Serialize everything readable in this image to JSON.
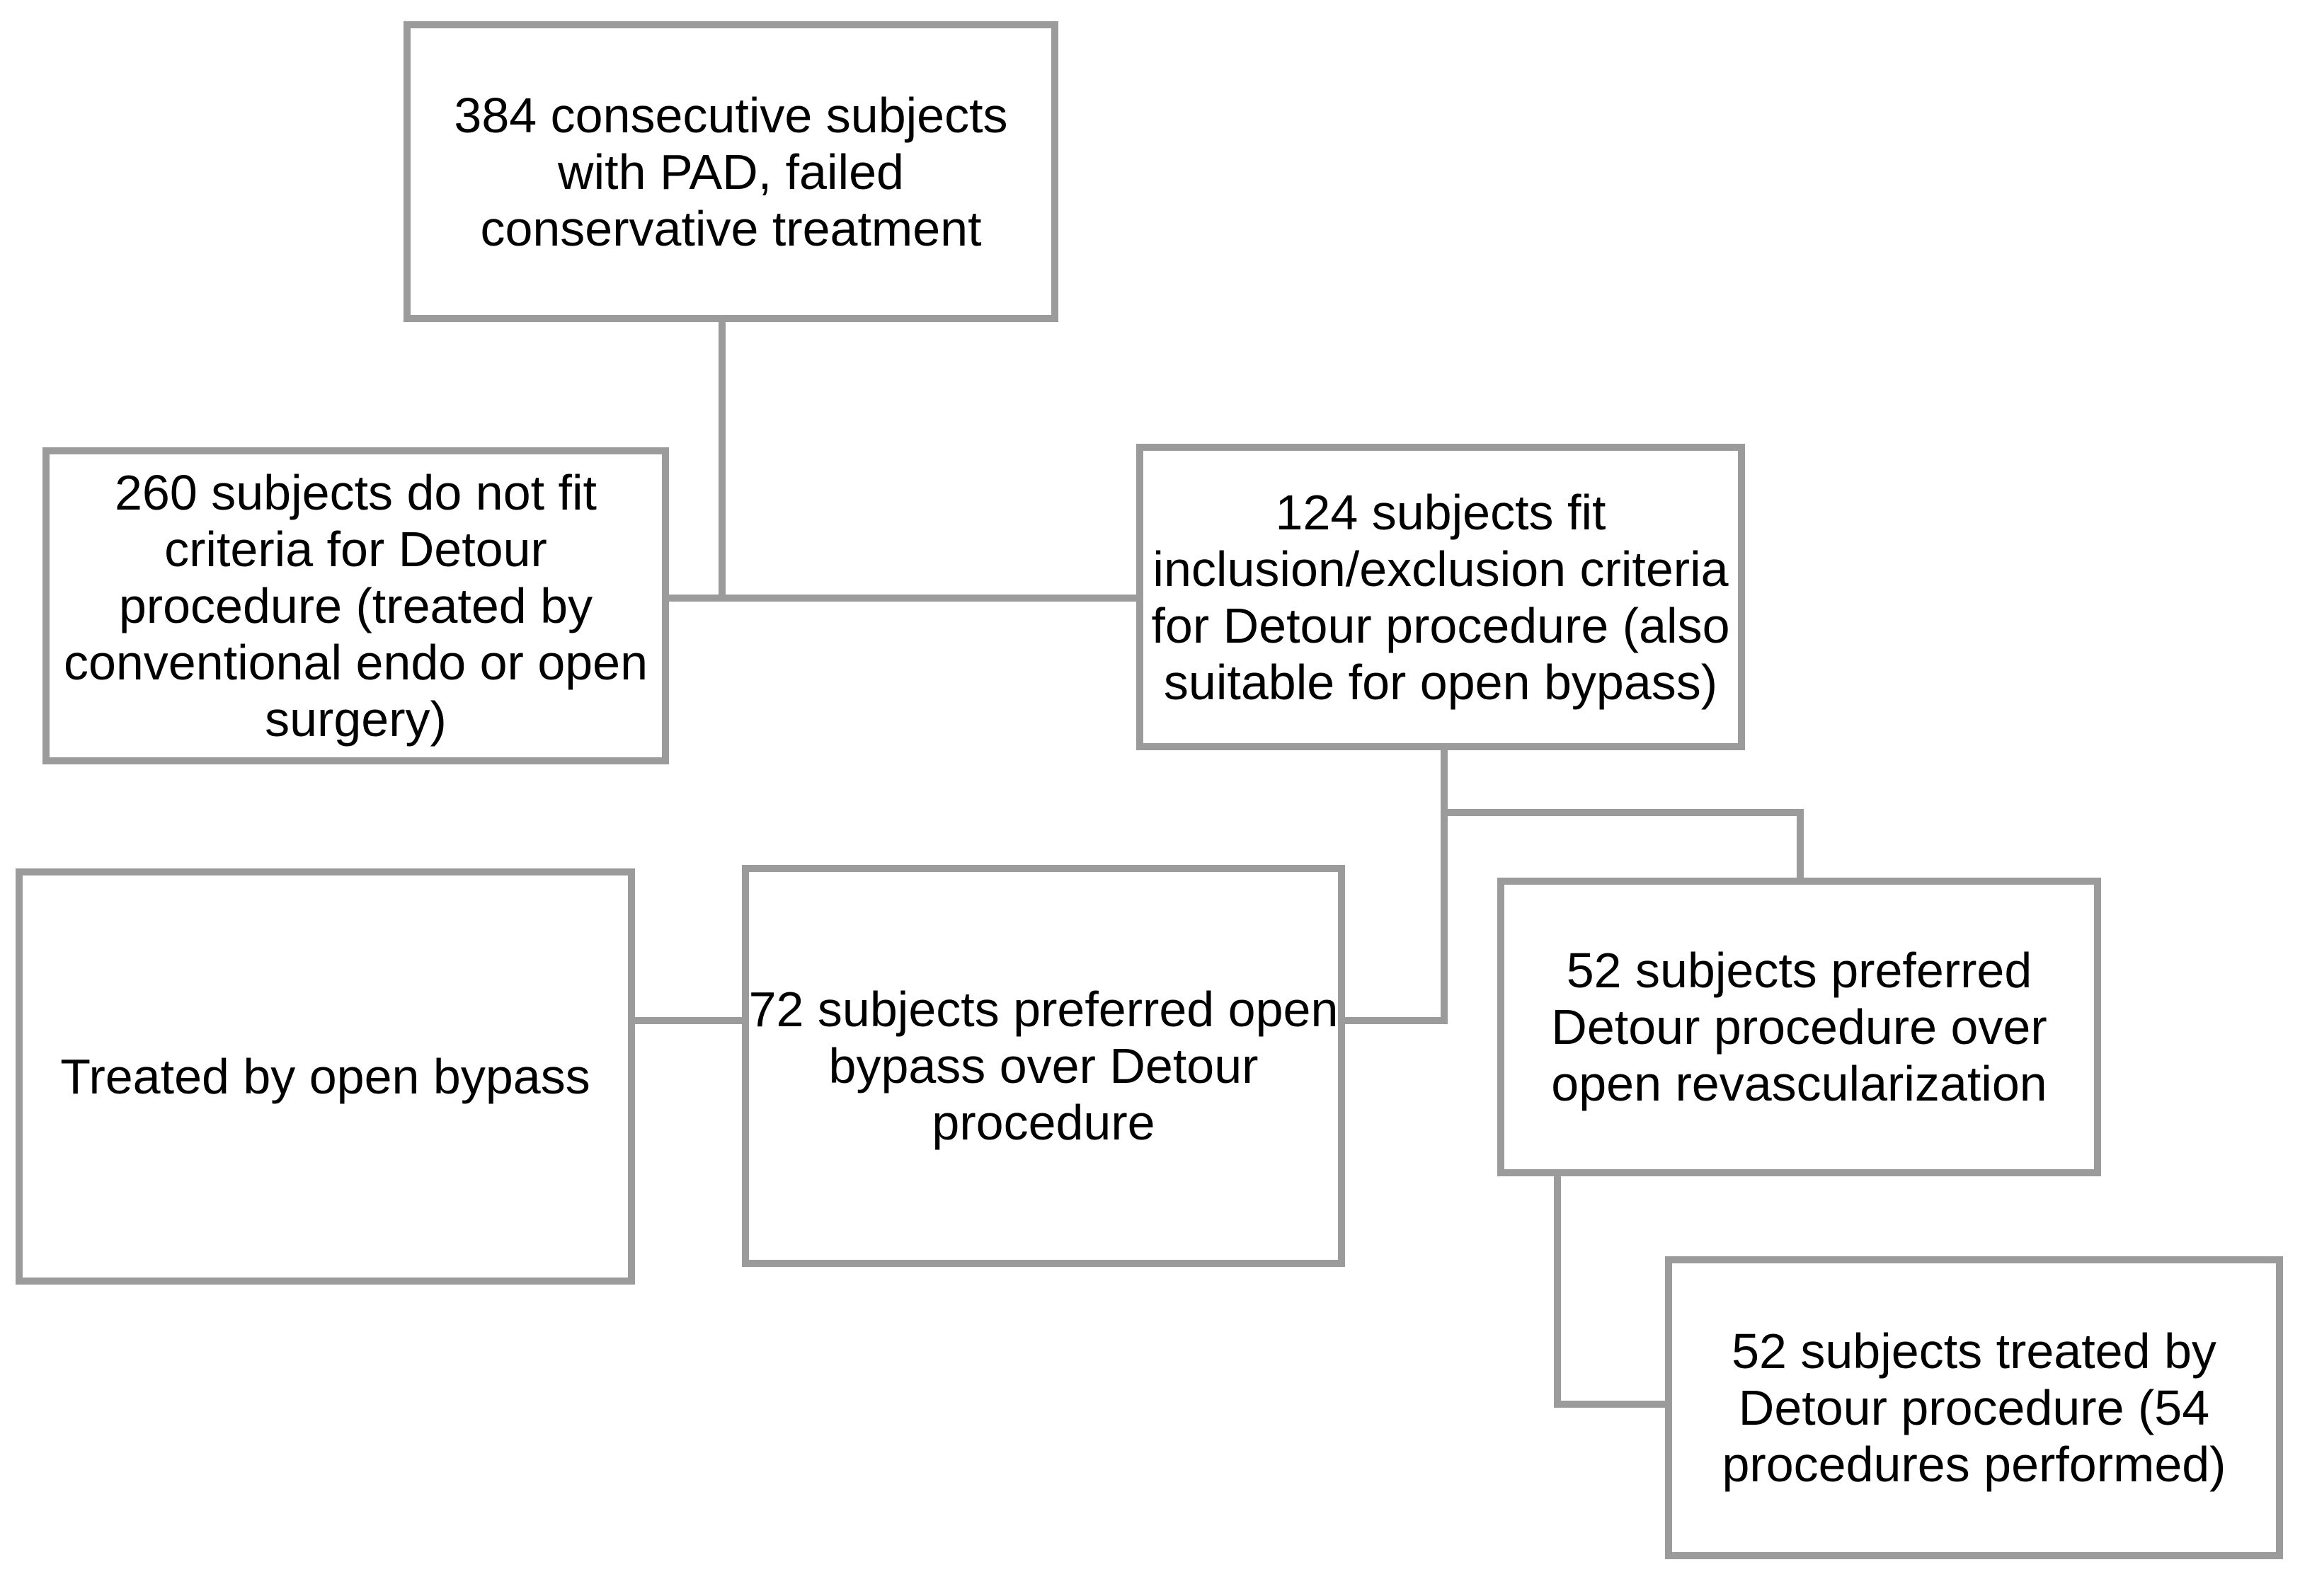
{
  "figure": {
    "type": "flowchart",
    "background_color": "#ffffff",
    "line_color": "#9b9b9b",
    "text_color": "#000000"
  },
  "nodes": {
    "n384": {
      "lines": [
        "384 consecutive subjects",
        "with PAD, failed",
        "conservative treatment"
      ]
    },
    "n260": {
      "lines": [
        "260 subjects do not fit",
        "criteria for Detour",
        "procedure (treated by",
        "conventional endo or open",
        "surgery)"
      ]
    },
    "n124": {
      "lines": [
        "124 subjects fit",
        "inclusion/exclusion criteria",
        "for Detour procedure (also",
        "suitable for open bypass)"
      ]
    },
    "nOpenBypass": {
      "lines": [
        "Treated by open bypass"
      ]
    },
    "n72": {
      "lines": [
        "72 subjects preferred open",
        "bypass over Detour",
        "procedure"
      ]
    },
    "n52preferred": {
      "lines": [
        "52 subjects preferred",
        "Detour procedure over",
        "open revascularization"
      ]
    },
    "n52treated": {
      "lines": [
        "52 subjects treated by",
        "Detour procedure (54",
        "procedures performed)"
      ]
    }
  }
}
